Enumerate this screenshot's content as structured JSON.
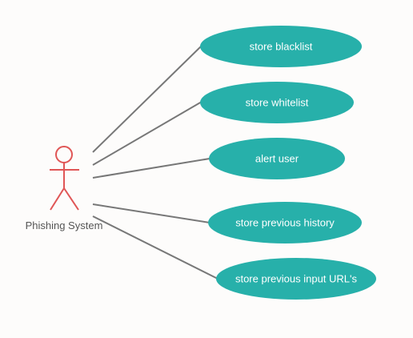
{
  "actor": {
    "name": "Phishing System",
    "color": "#e05656"
  },
  "colors": {
    "use_case_fill": "#27b0aa",
    "connector": "#777777",
    "use_case_text": "#ffffff",
    "actor_text": "#555555"
  },
  "use_cases": [
    {
      "label": "store blacklist"
    },
    {
      "label": "store whitelist"
    },
    {
      "label": "alert user"
    },
    {
      "label": "store previous history"
    },
    {
      "label": "store previous input URL's"
    }
  ]
}
